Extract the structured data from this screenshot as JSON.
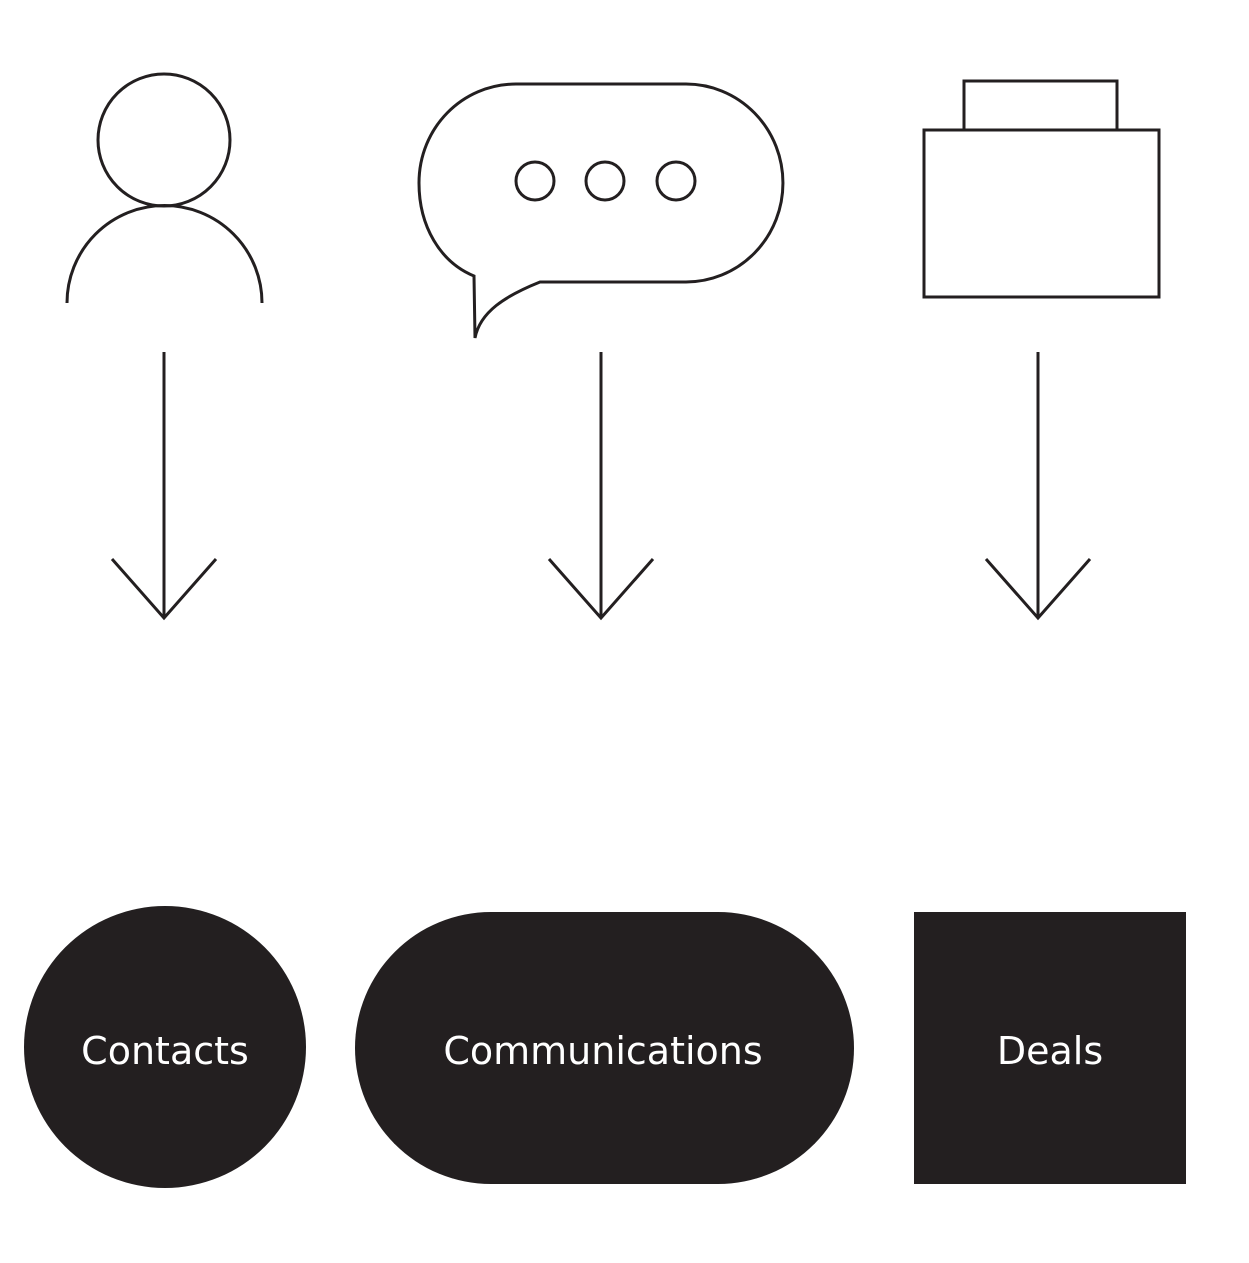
{
  "colors": {
    "ink": "#231f20",
    "background": "#ffffff",
    "label_text": "#ffffff"
  },
  "columns": [
    {
      "icon": "person-icon",
      "shape": "circle",
      "label": "Contacts"
    },
    {
      "icon": "speech-bubble-icon",
      "shape": "pill",
      "label": "Communications"
    },
    {
      "icon": "briefcase-icon",
      "shape": "square",
      "label": "Deals"
    }
  ]
}
